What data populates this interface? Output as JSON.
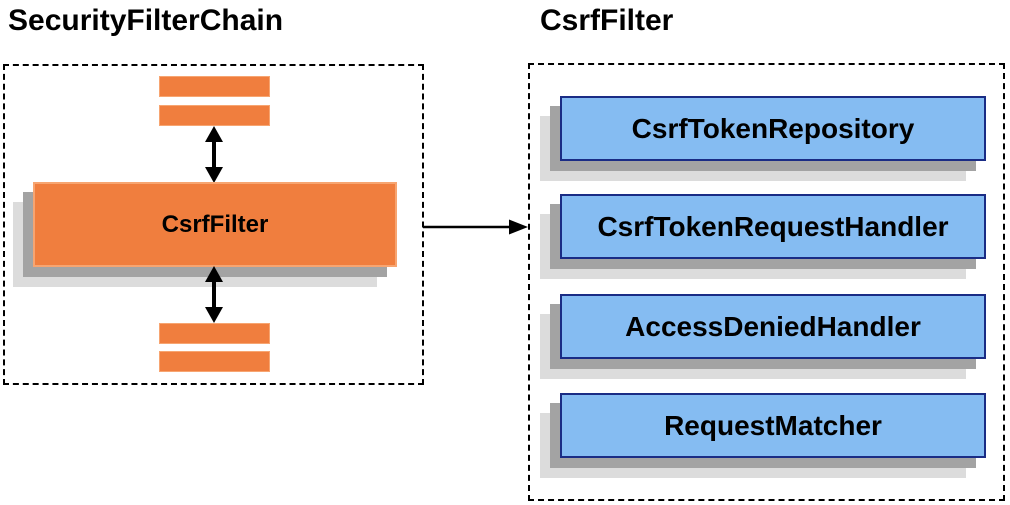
{
  "left_panel": {
    "title": "SecurityFilterChain",
    "filter_label": "CsrfFilter"
  },
  "right_panel": {
    "title": "CsrfFilter",
    "components": [
      "CsrfTokenRepository",
      "CsrfTokenRequestHandler",
      "AccessDeniedHandler",
      "RequestMatcher"
    ]
  },
  "icons": {
    "up_down_arrow": "↕",
    "right_arrow": "→"
  },
  "colors": {
    "orange_fill": "#F07E3E",
    "orange_border": "#F7A571",
    "blue_fill": "#85BCF2",
    "blue_border": "#1A2C85",
    "shadow_dark": "#A3A3A3",
    "shadow_light": "#DCDCDC",
    "arrow": "#000000",
    "dashed_border": "#000000",
    "text": "#000000"
  }
}
